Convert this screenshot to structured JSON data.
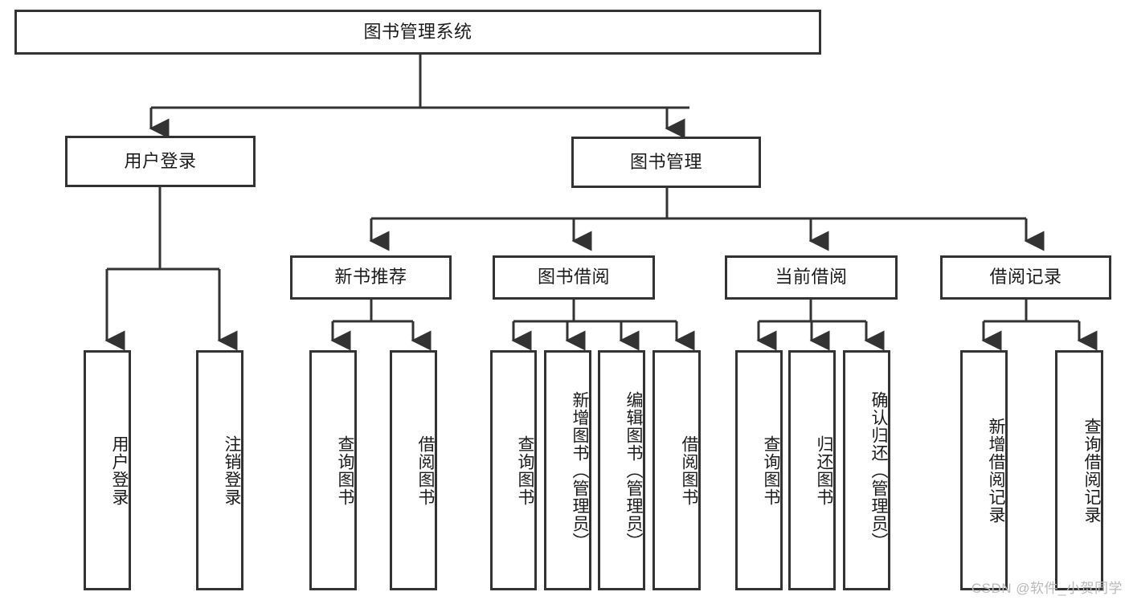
{
  "diagram": {
    "title": "图书管理系统",
    "watermark": "CSDN @软件_小贺同学",
    "stroke_color": "#333333",
    "background_color": "#ffffff",
    "text_color": "#1b1b1b",
    "watermark_color": "#b9b9b9"
  },
  "nodes": {
    "root": {
      "label": "图书管理系统"
    },
    "level2": [
      {
        "id": "user-login",
        "label": "用户登录"
      },
      {
        "id": "book-manage",
        "label": "图书管理"
      }
    ],
    "level3": [
      {
        "id": "new-book-recommend",
        "label": "新书推荐"
      },
      {
        "id": "book-borrow",
        "label": "图书借阅"
      },
      {
        "id": "current-borrow",
        "label": "当前借阅"
      },
      {
        "id": "borrow-record",
        "label": "借阅记录"
      }
    ],
    "leaves": {
      "user_login": [
        {
          "id": "leaf-user-login",
          "label": "用户登录"
        },
        {
          "id": "leaf-logout-login",
          "label": "注销登录"
        }
      ],
      "new_book_recommend": [
        {
          "id": "leaf-query-book-1",
          "label": "查询图书"
        },
        {
          "id": "leaf-borrow-book-1",
          "label": "借阅图书"
        }
      ],
      "book_borrow": [
        {
          "id": "leaf-query-book-2",
          "label": "查询图书"
        },
        {
          "id": "leaf-add-book",
          "label": "新增图书（管理员）"
        },
        {
          "id": "leaf-edit-book",
          "label": "编辑图书（管理员）"
        },
        {
          "id": "leaf-borrow-book-2",
          "label": "借阅图书"
        }
      ],
      "current_borrow": [
        {
          "id": "leaf-query-book-3",
          "label": "查询图书"
        },
        {
          "id": "leaf-return-book",
          "label": "归还图书"
        },
        {
          "id": "leaf-confirm-return",
          "label": "确认归还（管理员）"
        }
      ],
      "borrow_record": [
        {
          "id": "leaf-add-record",
          "label": "新增借阅记录"
        },
        {
          "id": "leaf-query-record",
          "label": "查询借阅记录"
        }
      ]
    }
  }
}
